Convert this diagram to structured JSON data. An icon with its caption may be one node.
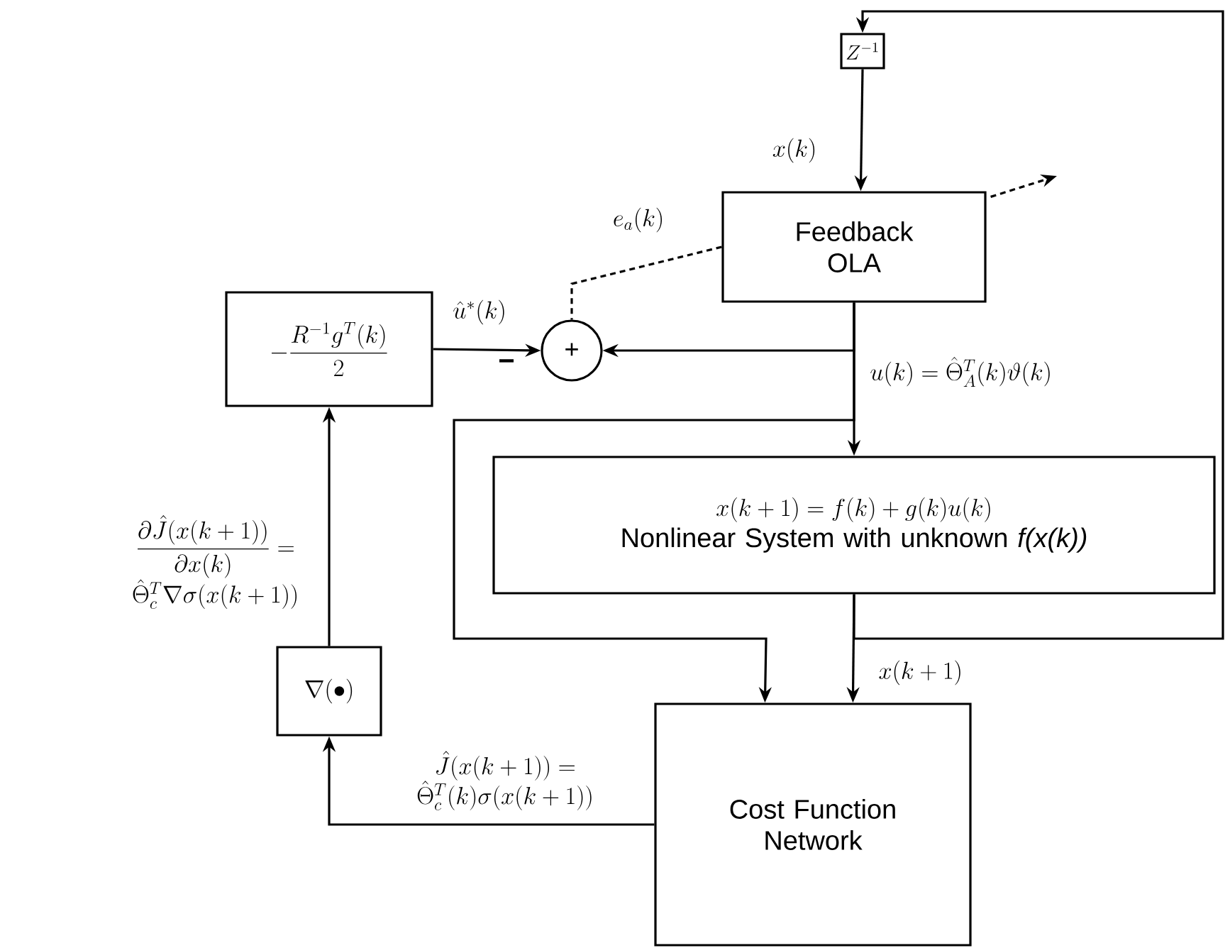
{
  "diagram": {
    "nodes": [
      {
        "text": [
          "Z^{-1}"
        ]
      },
      {
        "text": [
          "Feedback OLA"
        ]
      },
      {
        "text": [
          "-\\dfrac{R^{-1}g^{T}(k)}{2}"
        ]
      },
      {
        "text": [
          "+"
        ]
      },
      {
        "text": [
          "x(k+1)=f(k)+g(k)u(k)",
          "Nonlinear System with unknown *f(x(k))*"
        ]
      },
      {
        "text": [
          "\\nabla(\\bullet)"
        ]
      },
      {
        "text": [
          "Cost Function Network"
        ]
      }
    ],
    "edges": [
      {
        "from": 0,
        "to": 1,
        "arrow": "to",
        "label": "x(k)"
      },
      {
        "from": 1,
        "to": null,
        "arrow": "to",
        "style": "dashed"
      },
      {
        "from": 1,
        "to": 3,
        "arrow": "none",
        "style": "dashed",
        "label": "e_{a}(k)"
      },
      {
        "from": 2,
        "to": 3,
        "arrow": "to",
        "label": "\\hat{u}^{*}(k)"
      },
      {
        "from": 1,
        "to": 3,
        "arrow": "to"
      },
      {
        "from": 1,
        "to": 4,
        "arrow": "to",
        "label": "u(k)=\\hat{\\Theta}_{A}^{T}(k)\\vartheta(k)"
      },
      {
        "from": 1,
        "to": 6,
        "arrow": "to"
      },
      {
        "from": 4,
        "to": 6,
        "arrow": "to",
        "label": "x(k+1)"
      },
      {
        "from": 4,
        "to": 0,
        "arrow": "to"
      },
      {
        "from": 6,
        "to": 5,
        "arrow": "to",
        "label": "\\hat{J}(x(k+1))=\\hat{\\Theta}_{c}^{T}(k)\\sigma(x(k+1))"
      },
      {
        "from": 5,
        "to": 2,
        "arrow": "to",
        "label": "\\dfrac{\\partial\\hat{J}(x(k+1))}{\\partial x(k)}=\\hat{\\Theta}_{c}^{T}\\nabla\\sigma(x(k+1))"
      }
    ],
    "labels": [
      "−"
    ]
  }
}
